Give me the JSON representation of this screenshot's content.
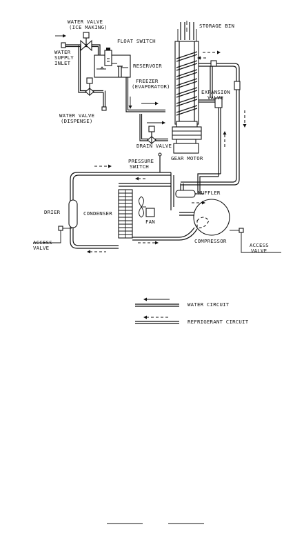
{
  "labels": {
    "water_valve_ice_1": "WATER VALVE",
    "water_valve_ice_2": "(ICE MAKING)",
    "float_switch": "FLOAT SWITCH",
    "storage_bin": "STORAGE BIN",
    "water_supply_1": "WATER",
    "water_supply_2": "SUPPLY",
    "water_supply_3": "INLET",
    "reservoir": "RESERVOIR",
    "freezer_1": "FREEZER",
    "freezer_2": "(EVAPORATOR)",
    "expansion_1": "EXPANSION",
    "expansion_2": "VALVE",
    "water_valve_disp_1": "WATER VALVE",
    "water_valve_disp_2": "(DISPENSE)",
    "drain_valve": "DRAIN VALVE",
    "gear_motor": "GEAR MOTOR",
    "pressure_1": "PRESSURE",
    "pressure_2": "SWITCH",
    "muffler": "MUFFLER",
    "drier": "DRIER",
    "condenser": "CONDENSER",
    "fan": "FAN",
    "compressor": "COMPRESSOR",
    "access_left_1": "ACCESS",
    "access_left_2": "VALVE",
    "access_right_1": "ACCESS",
    "access_right_2": "VALVE"
  },
  "legend": {
    "water": "WATER CIRCUIT",
    "refrigerant": "REFRIGERANT CIRCUIT"
  }
}
